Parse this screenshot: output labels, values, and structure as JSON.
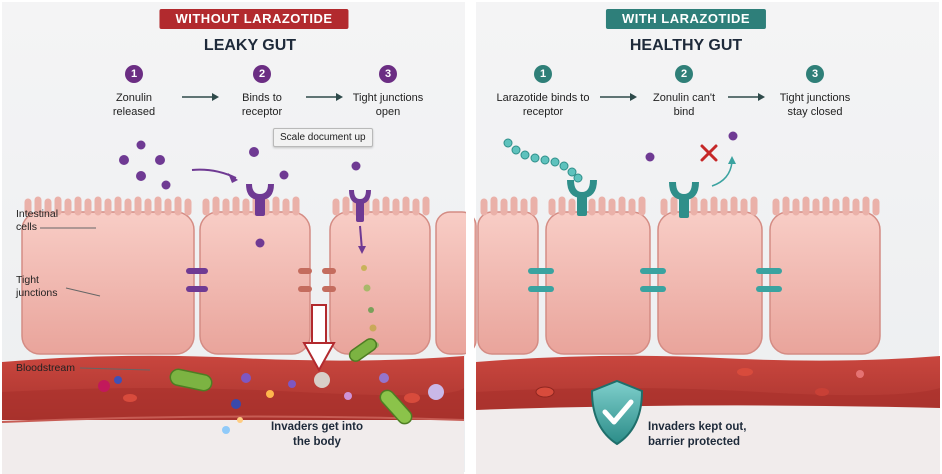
{
  "left": {
    "badge": "WITHOUT LARAZOTIDE",
    "title": "LEAKY GUT",
    "steps": [
      {
        "num": "1",
        "text": "Zonulin released"
      },
      {
        "num": "2",
        "text": "Binds to receptor"
      },
      {
        "num": "3",
        "text": "Tight junctions open"
      }
    ],
    "labels": {
      "intestinal": "Intestinal cells",
      "tight": "Tight junctions",
      "blood": "Bloodstream"
    },
    "caption": "Invaders get into the body",
    "tooltip": "Scale document up"
  },
  "right": {
    "badge": "WITH LARAZOTIDE",
    "title": "HEALTHY GUT",
    "steps": [
      {
        "num": "1",
        "text": "Larazotide binds to receptor"
      },
      {
        "num": "2",
        "text": "Zonulin can't bind"
      },
      {
        "num": "3",
        "text": "Tight junctions stay closed"
      }
    ],
    "caption": "Invaders kept out, barrier protected"
  },
  "colors": {
    "left_accent": "#b22a2e",
    "right_accent": "#2e7f7a",
    "step_left": "#6b2d83",
    "step_right": "#2f7f78",
    "zonulin": "#6f3a93",
    "larazotide": "#3aa3a0",
    "cell": "#f3b9b2",
    "blood": "#b83a34"
  },
  "icons": [
    "arrow-right-icon",
    "x-mark-icon",
    "shield-check-icon",
    "down-arrow-icon"
  ]
}
